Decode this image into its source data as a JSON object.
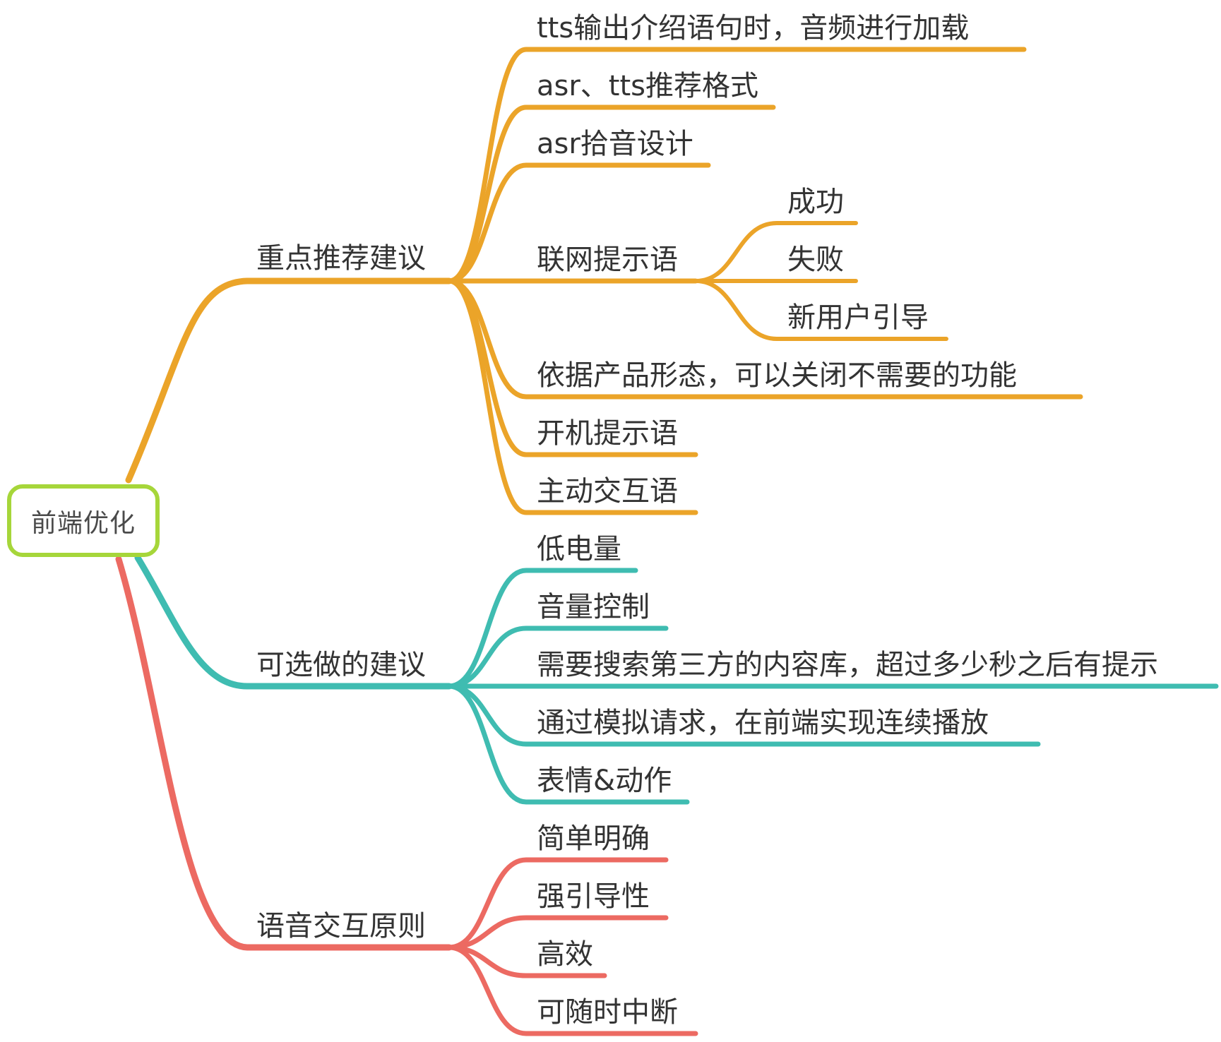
{
  "root": {
    "label": "前端优化"
  },
  "colors": {
    "orange": "#eba429",
    "teal": "#3fbcb1",
    "red": "#ec6a62",
    "root_border": "#a6d63a"
  },
  "branches": [
    {
      "label": "重点推荐建议",
      "color": "orange",
      "children": [
        {
          "label": "tts输出介绍语句时，音频进行加载"
        },
        {
          "label": "asr、tts推荐格式"
        },
        {
          "label": "asr拾音设计"
        },
        {
          "label": "联网提示语",
          "children": [
            {
              "label": "成功"
            },
            {
              "label": "失败"
            },
            {
              "label": "新用户引导"
            }
          ]
        },
        {
          "label": "依据产品形态，可以关闭不需要的功能"
        },
        {
          "label": "开机提示语"
        },
        {
          "label": "主动交互语"
        }
      ]
    },
    {
      "label": "可选做的建议",
      "color": "teal",
      "children": [
        {
          "label": "低电量"
        },
        {
          "label": "音量控制"
        },
        {
          "label": "需要搜索第三方的内容库，超过多少秒之后有提示"
        },
        {
          "label": "通过模拟请求，在前端实现连续播放"
        },
        {
          "label": "表情&动作"
        }
      ]
    },
    {
      "label": "语音交互原则",
      "color": "red",
      "children": [
        {
          "label": "简单明确"
        },
        {
          "label": "强引导性"
        },
        {
          "label": "高效"
        },
        {
          "label": "可随时中断"
        }
      ]
    }
  ]
}
